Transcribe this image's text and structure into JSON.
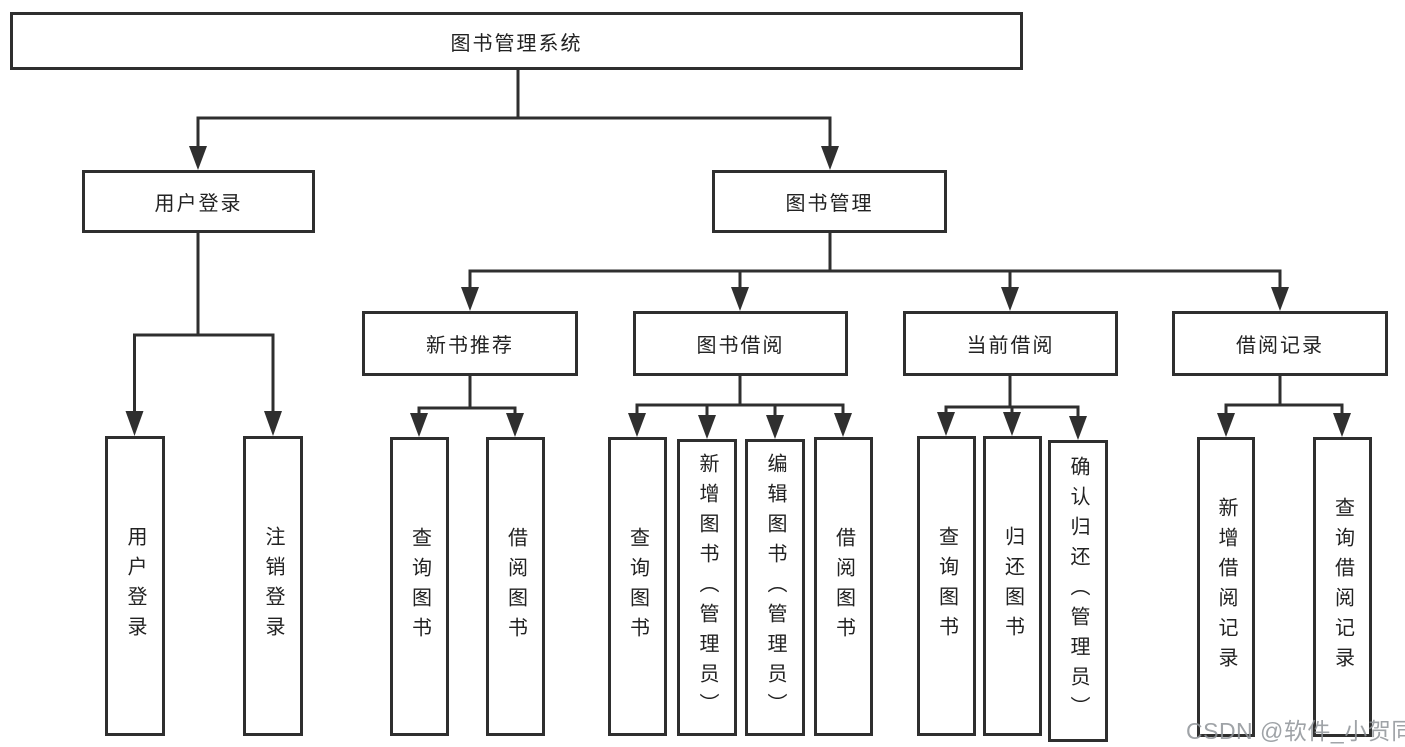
{
  "tree": {
    "label": "图书管理系统",
    "children": [
      {
        "label": "用户登录",
        "children": [
          {
            "label": "用户登录"
          },
          {
            "label": "注销登录"
          }
        ]
      },
      {
        "label": "图书管理",
        "children": [
          {
            "label": "新书推荐",
            "children": [
              {
                "label": "查询图书"
              },
              {
                "label": "借阅图书"
              }
            ]
          },
          {
            "label": "图书借阅",
            "children": [
              {
                "label": "查询图书"
              },
              {
                "label": "新增图书（管理员）"
              },
              {
                "label": "编辑图书（管理员）"
              },
              {
                "label": "借阅图书"
              }
            ]
          },
          {
            "label": "当前借阅",
            "children": [
              {
                "label": "查询图书"
              },
              {
                "label": "归还图书"
              },
              {
                "label": "确认归还（管理员）"
              }
            ]
          },
          {
            "label": "借阅记录",
            "children": [
              {
                "label": "新增借阅记录"
              },
              {
                "label": "查询借阅记录"
              }
            ]
          }
        ]
      }
    ]
  },
  "colors": {
    "line": "#2f2f2f",
    "text": "#222222",
    "watermark": "#8f9398"
  },
  "watermark": "CSDN @软件_小贺同学"
}
